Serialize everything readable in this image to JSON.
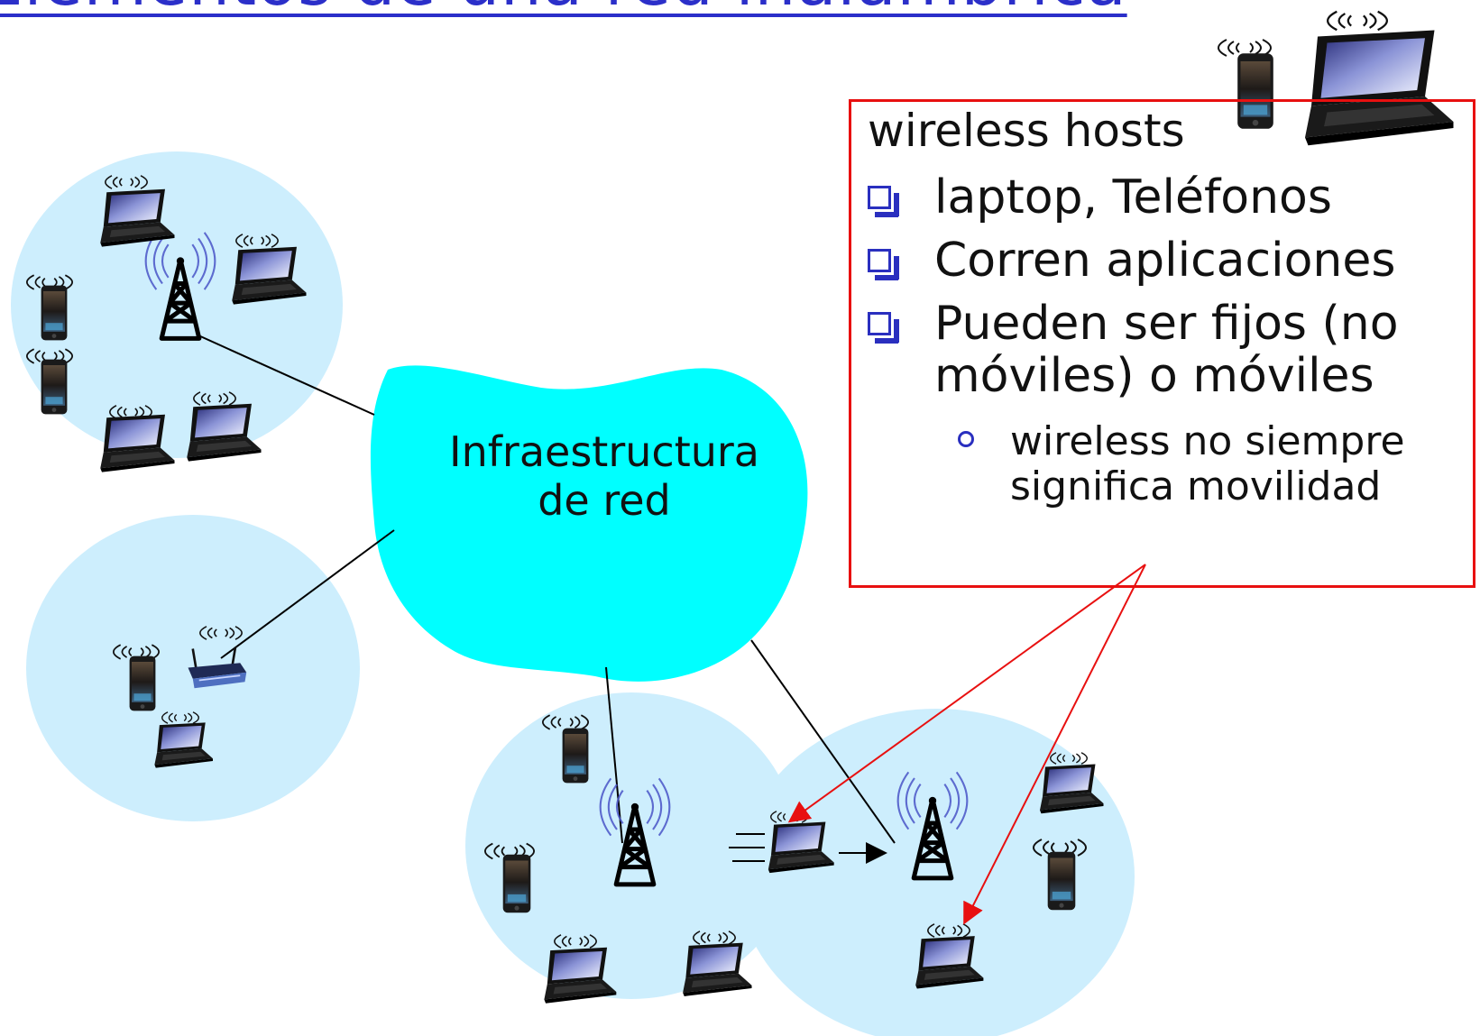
{
  "title": "Elementos de una red inalámbrica",
  "cloud": {
    "label_line1": "Infraestructura",
    "label_line2": "de red",
    "color": "#00ffff"
  },
  "cells": {
    "color": "#cdeefd"
  },
  "info_box": {
    "heading": "wireless hosts",
    "bullets": [
      "laptop, Teléfonos",
      "Corren aplicaciones",
      "Pueden ser fijos (no",
      "móviles) o móviles"
    ],
    "sub_bullets": [
      "wireless no siempre",
      "significa movilidad"
    ],
    "border_color": "#e81010",
    "bullet_color": "#2a2fbf"
  },
  "icons": {
    "tower": "cell-tower-icon",
    "laptop": "laptop-icon",
    "phone": "smartphone-icon",
    "router": "wifi-router-icon"
  }
}
